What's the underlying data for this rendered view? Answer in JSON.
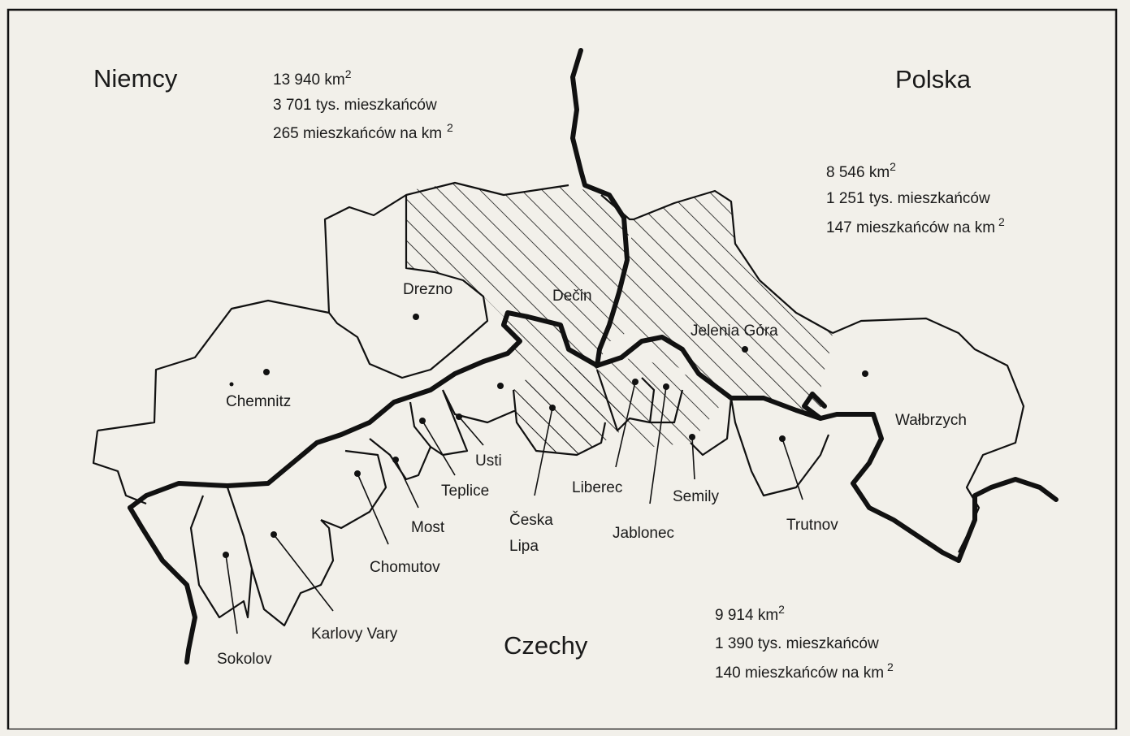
{
  "countries": {
    "germany": "Niemcy",
    "poland": "Polska",
    "czech": "Czechy"
  },
  "stats": {
    "germany": {
      "area": "13 940 km",
      "population": "3 701 tys. mieszkańców",
      "density": "265 mieszkańców na km"
    },
    "poland": {
      "area": "8 546 km",
      "population": "1 251 tys. mieszkańców",
      "density": "147 mieszkańców na km"
    },
    "czech": {
      "area": "9 914 km",
      "population": "1 390 tys. mieszkańców",
      "density": "140 mieszkańców na km"
    },
    "superscript": "2"
  },
  "regions": {
    "drezno": "Drezno",
    "decin": "Dečin",
    "jelenia_gora": "Jelenia Góra",
    "chemnitz": "Chemnitz",
    "walbrzych": "Wałbrzych",
    "usti": "Usti",
    "teplice": "Teplice",
    "most": "Most",
    "chomutov": "Chomutov",
    "karlovy_vary": "Karlovy Vary",
    "sokolov": "Sokolov",
    "ceska_lipa_1": "Česka",
    "ceska_lipa_2": "Lipa",
    "liberec": "Liberec",
    "jablonec": "Jablonec",
    "semily": "Semily",
    "trutnov": "Trutnov"
  },
  "colors": {
    "ink": "#111111",
    "paper": "#f2f0ea"
  }
}
